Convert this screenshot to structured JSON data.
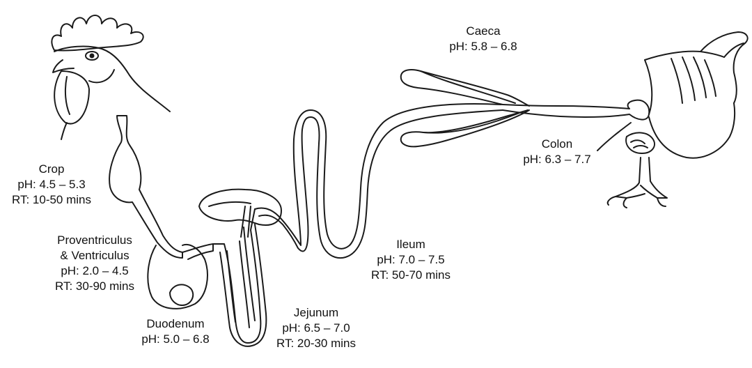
{
  "colors": {
    "ink": "#1a1a1a",
    "background": "#ffffff",
    "text": "#111111"
  },
  "organs": [
    {
      "id": "caeca",
      "lines": [
        "Caeca",
        "pH: 5.8 – 6.8"
      ]
    },
    {
      "id": "colon",
      "lines": [
        "Colon",
        "pH: 6.3 – 7.7"
      ]
    },
    {
      "id": "crop",
      "lines": [
        "Crop",
        "pH: 4.5 – 5.3",
        "RT: 10-50 mins"
      ]
    },
    {
      "id": "proventriculus",
      "lines": [
        "Proventriculus",
        "& Ventriculus",
        "pH: 2.0 – 4.5",
        "RT: 30-90 mins"
      ]
    },
    {
      "id": "duodenum",
      "lines": [
        "Duodenum",
        "pH: 5.0 – 6.8"
      ]
    },
    {
      "id": "jejunum",
      "lines": [
        "Jejunum",
        "pH: 6.5 – 7.0",
        "RT: 20-30 mins"
      ]
    },
    {
      "id": "ileum",
      "lines": [
        "Ileum",
        "pH: 7.0 – 7.5",
        "RT: 50-70 mins"
      ]
    }
  ]
}
